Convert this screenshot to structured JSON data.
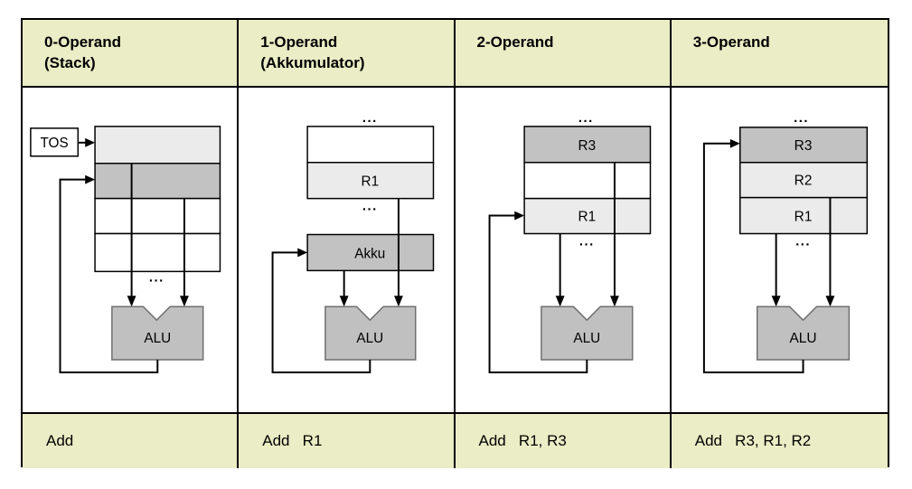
{
  "colors": {
    "band_background": "#eaedc5",
    "register_light_gray": "#ebebeb",
    "register_medium_gray": "#c2c2c2",
    "alu_fill": "#c0c0c0",
    "alu_stroke": "#6e6e6e",
    "border": "#000000",
    "diagram_background": "#ffffff"
  },
  "columns": [
    {
      "header": {
        "line1": "0-Operand",
        "line2": "(Stack)"
      },
      "instruction": "Add",
      "diagram": {
        "tos_label": "TOS",
        "dots_bottom": "...",
        "alu_label": "ALU"
      }
    },
    {
      "header": {
        "line1": "1-Operand",
        "line2": "(Akkumulator)"
      },
      "instruction": "Add   R1",
      "diagram": {
        "dots_top": "...",
        "r1_label": "R1",
        "dots_mid": "...",
        "akku_label": "Akku",
        "alu_label": "ALU"
      }
    },
    {
      "header": {
        "line1": "2-Operand",
        "line2": ""
      },
      "instruction": "Add   R1, R3",
      "diagram": {
        "dots_top": "...",
        "r3_label": "R3",
        "r1_label": "R1",
        "dots_mid": "...",
        "alu_label": "ALU"
      }
    },
    {
      "header": {
        "line1": "3-Operand",
        "line2": ""
      },
      "instruction": "Add   R3, R1, R2",
      "diagram": {
        "dots_top": "...",
        "r3_label": "R3",
        "r2_label": "R2",
        "r1_label": "R1",
        "dots_mid": "...",
        "alu_label": "ALU"
      }
    }
  ]
}
